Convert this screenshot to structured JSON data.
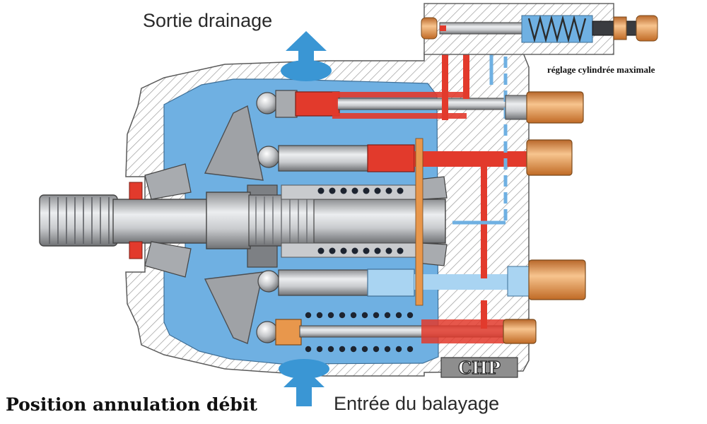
{
  "labels": {
    "drain_outlet": "Sortie drainage",
    "sweep_inlet": "Entrée du balayage",
    "mode": "Position annulation débit",
    "max_displacement_adjust": "réglage cylindrée maximale"
  },
  "logo": "CHP",
  "colors": {
    "case_fluid": "#6fb0e2",
    "high_pressure": "#e23a2c",
    "low_pressure": "#a9d4f2",
    "arrow": "#3a96d4",
    "steel": "#bfc1c4",
    "brass_fitting": "#e8974c",
    "housing_hatch": "#9a9a9a"
  }
}
